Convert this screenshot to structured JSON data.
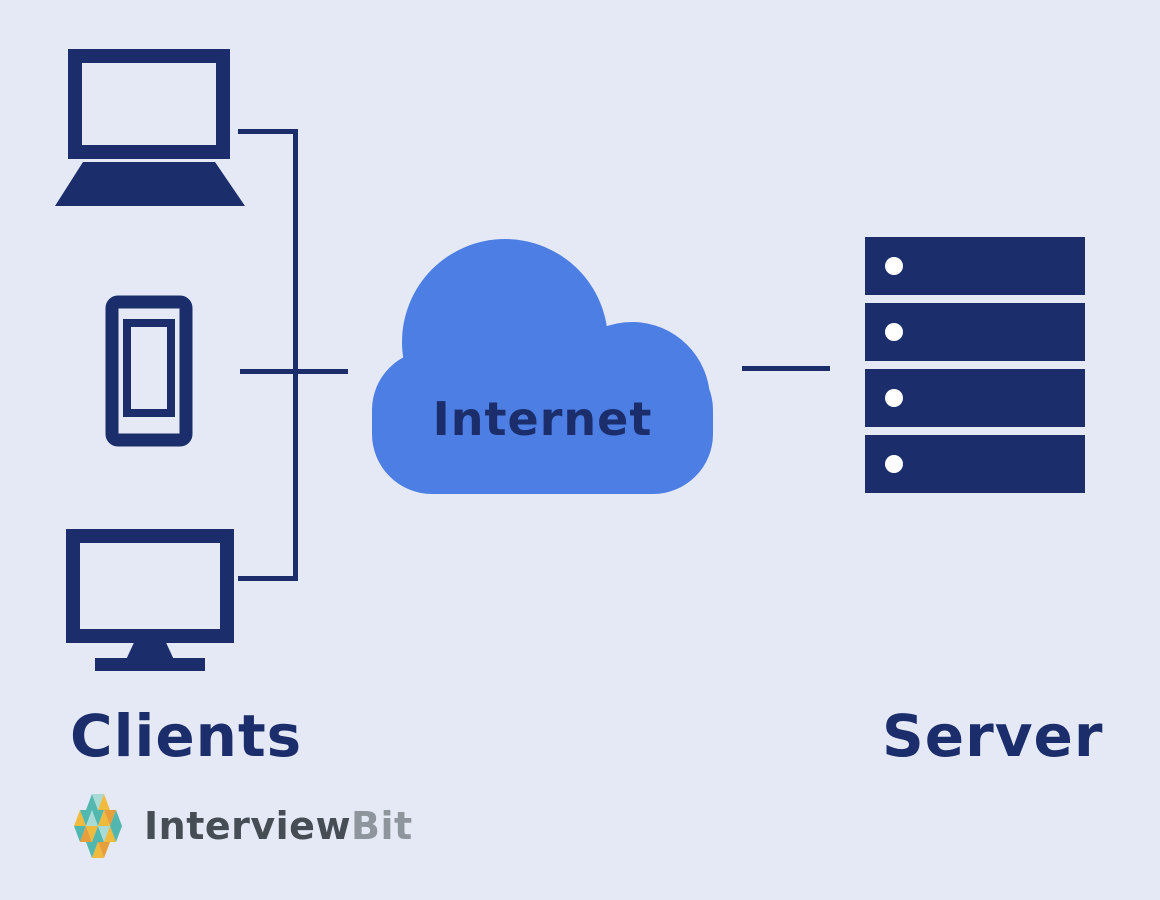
{
  "page": {
    "background_color": "#e5e9f6",
    "description": "Client-server architecture diagram: three client devices connect through the Internet cloud to a server stack"
  },
  "colors": {
    "navy": "#1b2d6b",
    "cloud_blue": "#4d7ee3",
    "server_dot_white": "#ffffff",
    "brand_text_primary": "#474d55",
    "brand_text_secondary": "#8e959c",
    "brand_teal": "#52b7ae",
    "brand_teal_light": "#a9dbd6",
    "brand_yellow": "#f0bb3d",
    "brand_orange": "#e79f3c"
  },
  "diagram": {
    "internet_label": "Internet",
    "clients_label": "Clients",
    "server_label": "Server",
    "client_devices": [
      {
        "icon": "laptop-icon"
      },
      {
        "icon": "smartphone-icon"
      },
      {
        "icon": "desktop-monitor-icon"
      }
    ],
    "server_unit_count": 4
  },
  "branding": {
    "logo_icon": "interviewbit-logo",
    "name_part1": "Interview",
    "name_part2": "Bit"
  }
}
